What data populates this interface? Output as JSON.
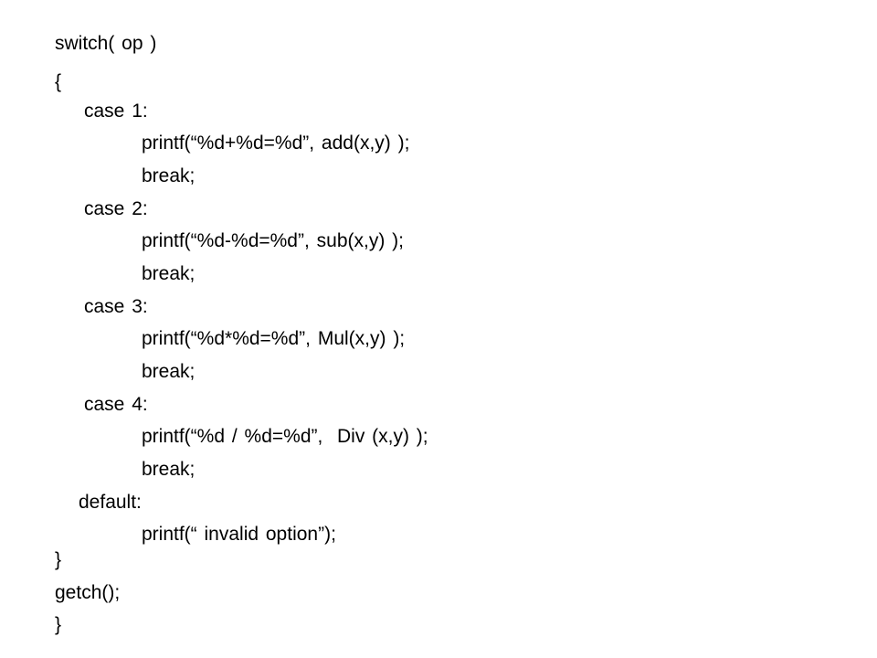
{
  "code": {
    "lines": [
      "switch( op )",
      "{",
      "case 1:",
      "printf(“%d+%d=%d”, add(x,y) );",
      "break;",
      "case 2:",
      "printf(“%d-%d=%d”, sub(x,y) );",
      "break;",
      "case 3:",
      "printf(“%d*%d=%d”, Mul(x,y) );",
      "break;",
      "case 4:",
      "printf(“%d / %d=%d”,  Div (x,y) );",
      "break;",
      "default:",
      "printf(“ invalid option”);",
      "}",
      "getch();",
      "}"
    ]
  }
}
